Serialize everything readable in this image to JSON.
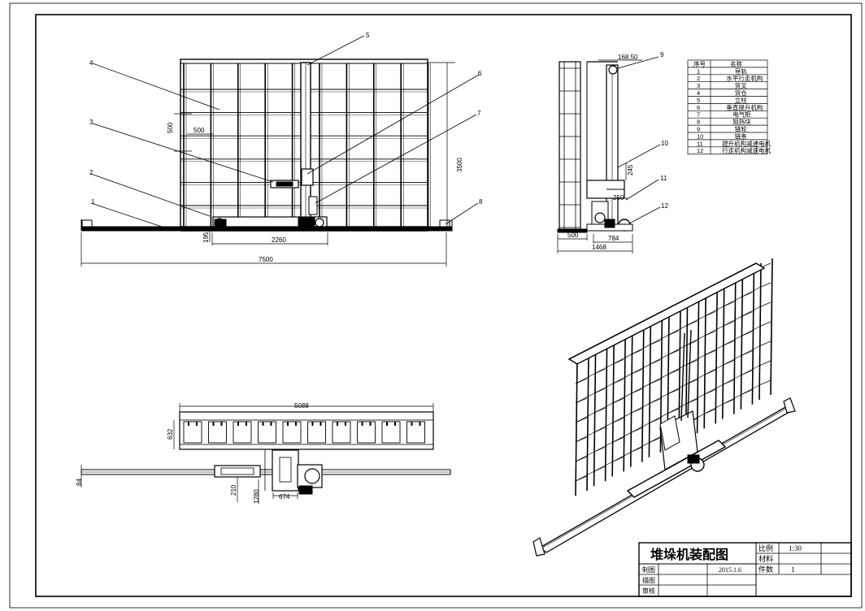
{
  "drawing": {
    "title": "堆垛机装配图",
    "scale_label": "比例",
    "scale_value": "1:30",
    "material_label": "材料",
    "quantity_label": "件数",
    "quantity_value": "1",
    "drawn_by_label": "制图",
    "date": "2015.1.6",
    "checked_by_label": "描图",
    "reviewed_by_label": "审核"
  },
  "parts_table": {
    "header_no": "序号",
    "header_name": "名称",
    "rows": [
      {
        "no": "1",
        "name": "导轨"
      },
      {
        "no": "2",
        "name": "水平行走机构"
      },
      {
        "no": "3",
        "name": "货叉"
      },
      {
        "no": "4",
        "name": "货仓"
      },
      {
        "no": "5",
        "name": "立柱"
      },
      {
        "no": "6",
        "name": "垂直提升机构"
      },
      {
        "no": "7",
        "name": "电气柜"
      },
      {
        "no": "8",
        "name": "阻挡块"
      },
      {
        "no": "9",
        "name": "链轮"
      },
      {
        "no": "10",
        "name": "链条"
      },
      {
        "no": "11",
        "name": "提升机构减速电机"
      },
      {
        "no": "12",
        "name": "行走机构减速电机"
      }
    ]
  },
  "front_view": {
    "balloons": [
      "1",
      "2",
      "3",
      "4",
      "5",
      "6",
      "7",
      "8"
    ],
    "dim_cell_height": "500",
    "dim_cell_width": "500",
    "dim_total_height": "3500",
    "dim_rail_height": "195",
    "dim_carriage": "2260",
    "dim_total_length": "7500"
  },
  "side_view": {
    "balloons": [
      "9",
      "10",
      "11",
      "12"
    ],
    "dim_top": "168.50",
    "dim_245": "245",
    "dim_250": "250",
    "dim_500": "500",
    "dim_784": "784",
    "dim_1468": "1468"
  },
  "top_view": {
    "dim_5088": "5088",
    "dim_632": "632",
    "dim_84": "84",
    "dim_210": "210",
    "dim_1280": "1280",
    "dim_674": "674"
  }
}
